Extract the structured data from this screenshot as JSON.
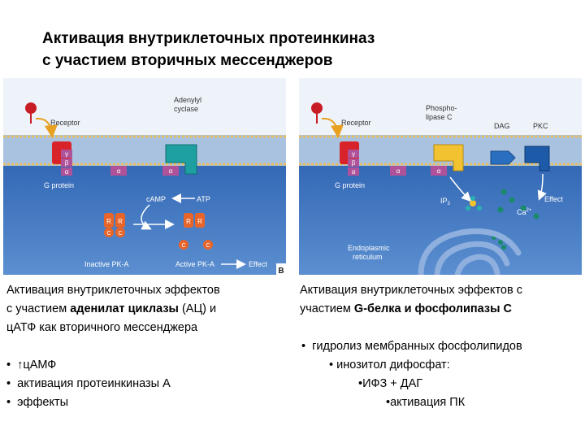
{
  "title": {
    "line1": "Активация внутриклеточных протеинкиназ",
    "line2": "с участием вторичных мессенджеров"
  },
  "panel_a": {
    "receptor": "Receptor",
    "enzyme_line1": "Adenylyl",
    "enzyme_line2": "cyclase",
    "g_protein": "G protein",
    "gamma": "γ",
    "beta": "β",
    "alpha": "α",
    "camp": "cAMP",
    "atp": "ATP",
    "r": "R",
    "c": "C",
    "inactive": "Inactive PK-A",
    "active": "Active PK-A",
    "effect": "Effect",
    "corner_letter": "B"
  },
  "panel_b": {
    "receptor": "Receptor",
    "enzyme_line1": "Phospho-",
    "enzyme_line2": "lipase C",
    "dag": "DAG",
    "pkc": "PKC",
    "g_protein": "G protein",
    "gamma": "γ",
    "beta": "β",
    "alpha": "α",
    "ip3": "IP",
    "ip3_sub": "3",
    "ca": "Ca",
    "ca_sup": "2+",
    "effect": "Effect",
    "er_line1": "Endoplasmic",
    "er_line2": "reticulum"
  },
  "caption_a": {
    "line1": "Активация внутриклеточных эффектов",
    "line2_pre": "с участием ",
    "line2_bold": "аденилат циклазы",
    "line2_post": " (АЦ) и",
    "line3": "цАТФ как вторичного мессенджера",
    "bullets": [
      "↑цАМФ",
      "активация протеинкиназы А",
      "эффекты"
    ]
  },
  "caption_b": {
    "line1": "Активация внутриклеточных эффектов с",
    "line2_pre": "участием ",
    "line2_bold": "G-белка и фосфолипазы С",
    "bullets": [
      "гидролиз мембранных фосфолипидов",
      "инозитол дифосфат:",
      "ИФЗ + ДАГ",
      "активация ПК"
    ]
  },
  "colors": {
    "cytoplasm": "#4a7fc4",
    "membrane": "#7fa3cc",
    "receptor": "#d8232a",
    "g_protein": "#b0529a",
    "adenylyl_cyclase": "#1ea0a0",
    "phospholipase_c": "#f2c230",
    "pkc": "#2a6fbf",
    "pka": "#e8652a",
    "er": "#6a8fc4"
  }
}
